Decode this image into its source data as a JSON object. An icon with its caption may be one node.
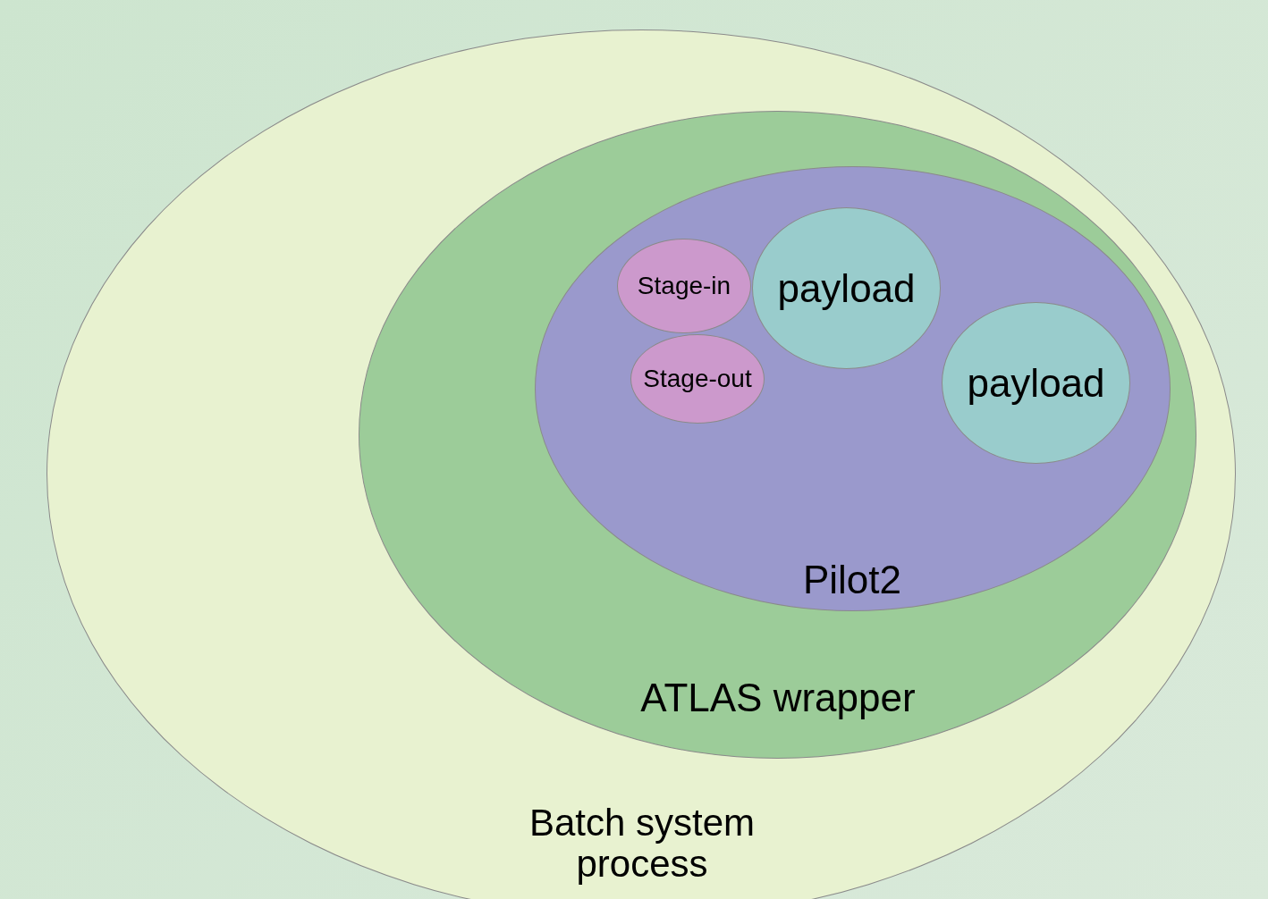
{
  "diagram": {
    "nodes": [
      {
        "text": [
          "Batch system process"
        ]
      },
      {
        "text": [
          "ATLAS wrapper"
        ],
        "in": 0
      },
      {
        "text": [
          "Pilot2"
        ],
        "in": 1
      },
      {
        "text": [
          "Stage-in"
        ],
        "in": 2
      },
      {
        "text": [
          "Stage-out"
        ],
        "in": 2
      },
      {
        "text": [
          "payload"
        ],
        "in": 2
      },
      {
        "text": [
          "payload"
        ],
        "in": 2
      }
    ],
    "edges": []
  }
}
